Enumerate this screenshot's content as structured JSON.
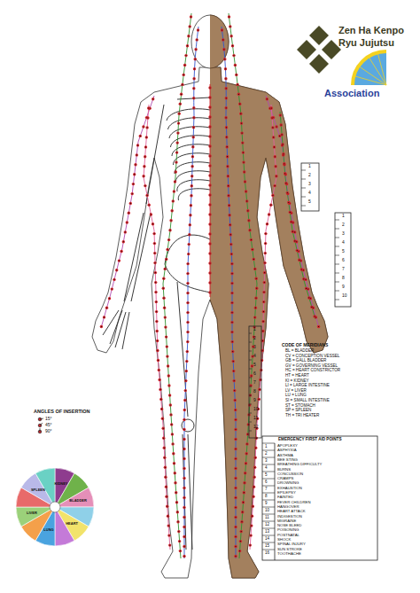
{
  "diagram": {
    "labels": [
      "Zen Ha Kenpo",
      "Ryu Jujutsu",
      "Association",
      "ANGLES OF INSERTION",
      "CODE OF MERIDIANS",
      "BL = BLADDER",
      "CV = CONCEPTION VESSEL",
      "GB = GALL BLADDER",
      "GV = GOVERNING VESSEL",
      "HC = HEART CONSTRICTOR",
      "HT = HEART",
      "KI = KIDNEY",
      "LI = LARGE INTESTINE",
      "LV = LIVER",
      "LU = LUNG",
      "SI = SMALL INTESTINE",
      "ST = STOMACH",
      "SP = SPLEEN",
      "TH = TRI HEATER",
      "EMERGENCY FIRST AID POINTS",
      "APOPLEXY",
      "ASPHYXIA",
      "ASTHMA",
      "BEE STING",
      "BREATHING DIFFICULTY",
      "BURNS",
      "CONCUSSION",
      "CRAMPS",
      "DROWNING",
      "EXHAUSTION",
      "EPILEPSY",
      "FAINTED",
      "FEVER CHILDREN",
      "HANGOVER",
      "HEART ATTACK",
      "INDIGESTION",
      "MIGRAINE",
      "NOSE BLEED",
      "POISONING",
      "POSTNATAL",
      "SHOCK",
      "SPINAL INJURY",
      "SUN STROKE",
      "TOOTHACHE",
      "1",
      "2",
      "3",
      "4",
      "5",
      "6",
      "7",
      "8",
      "9",
      "10",
      "11",
      "12",
      "13",
      "14",
      "15",
      "16",
      "1",
      "2",
      "3",
      "4",
      "5",
      "6",
      "7",
      "8",
      "9",
      "10",
      "11",
      "12",
      "1",
      "2",
      "3",
      "4",
      "5",
      "1",
      "2",
      "3",
      "4",
      "5",
      "6",
      "7",
      "8",
      "9",
      "10",
      "KIDNEY",
      "BLADDER",
      "HEART",
      "LUNG",
      "LIVER",
      "SPLEEN"
    ],
    "legend": [
      {
        "text": "15°"
      },
      {
        "text": "45°"
      },
      {
        "text": "90°"
      }
    ]
  }
}
